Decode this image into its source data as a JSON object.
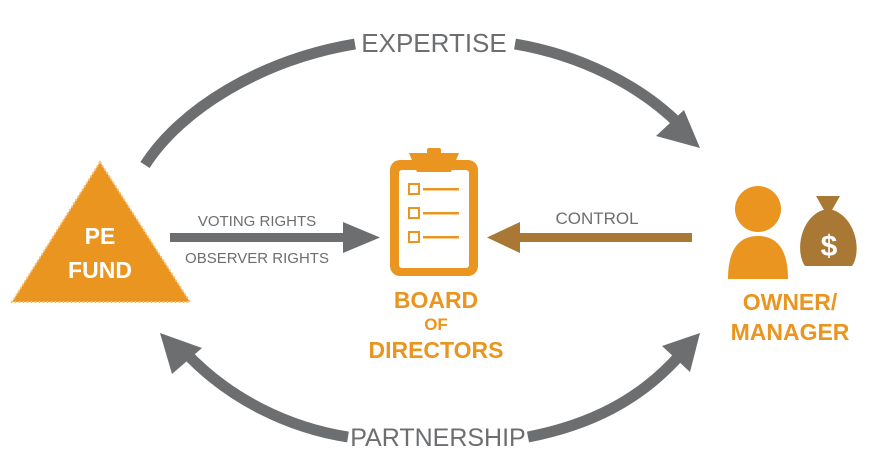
{
  "colors": {
    "orange": "#e9951f",
    "gray": "#6d6e70",
    "brown": "#a87834",
    "white": "#ffffff"
  },
  "labels": {
    "expertise": "EXPERTISE",
    "partnership": "PARTNERSHIP",
    "voting_rights": "VOTING RIGHTS",
    "observer_rights": "OBSERVER RIGHTS",
    "control": "CONTROL"
  },
  "pe_fund": {
    "line1": "PE",
    "line2": "FUND"
  },
  "board": {
    "line1": "BOARD",
    "line2": "OF",
    "line3": "DIRECTORS",
    "icon": "clipboard-checklist-icon"
  },
  "owner": {
    "line1": "OWNER/",
    "line2": "MANAGER",
    "icon": "person-icon",
    "bag_icon": "money-bag-icon",
    "bag_symbol": "$"
  }
}
